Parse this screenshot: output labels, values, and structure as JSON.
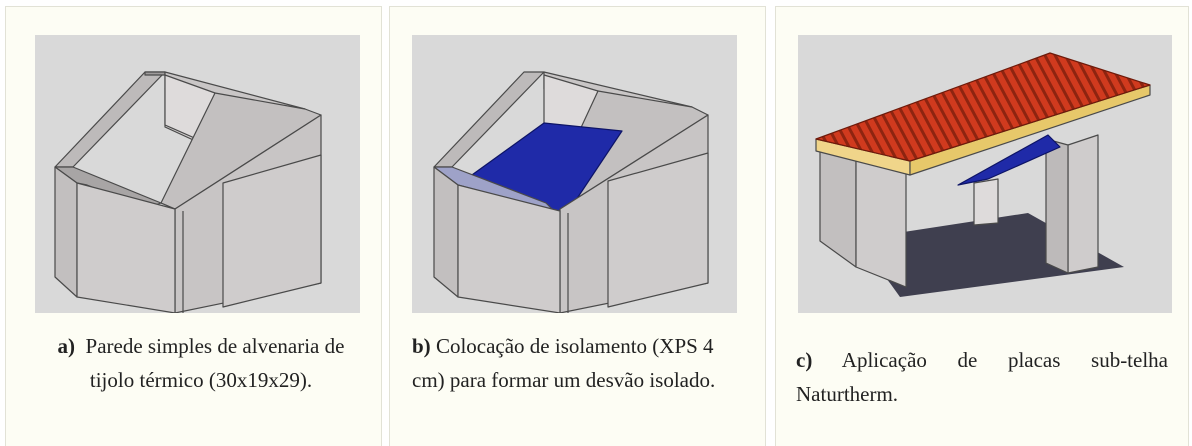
{
  "panels": [
    {
      "id": "a",
      "letter": "a)",
      "caption": "Parede simples de alvenaria de tijolo térmico (30x19x29).",
      "colors": {
        "wall": "#cfcccc",
        "background": "#d9d9d9",
        "edge": "#4a4a4a"
      }
    },
    {
      "id": "b",
      "letter": "b)",
      "caption": "Colocação de isolamento (XPS 4 cm) para formar um desvão isolado.",
      "colors": {
        "wall": "#cfcccc",
        "insulation": "#1f2aa8",
        "edge": "#4a4a4a"
      }
    },
    {
      "id": "c",
      "letter": "c)",
      "caption": "Aplicação de placas sub-telha Naturtherm.",
      "colors": {
        "wall": "#cfcccc",
        "roof": "#d03a1e",
        "roof_base": "#f0d58a",
        "shadow": "#3f3f4f",
        "insulation": "#1f2aa8"
      }
    }
  ]
}
